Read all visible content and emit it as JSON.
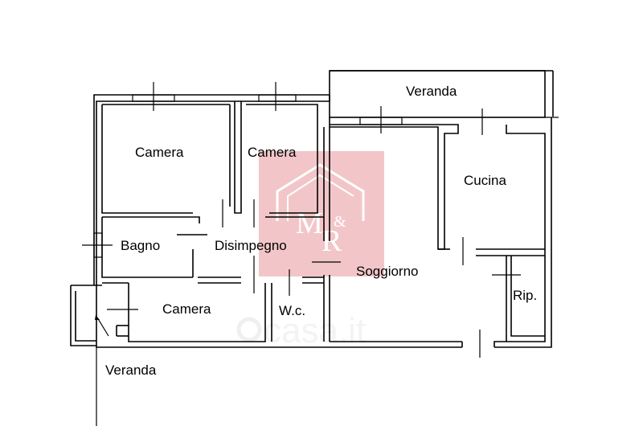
{
  "rooms": {
    "veranda_top": "Veranda",
    "camera_1": "Camera",
    "camera_2": "Camera",
    "cucina": "Cucina",
    "bagno": "Bagno",
    "disimpegno": "Disimpegno",
    "soggiorno": "Soggiorno",
    "camera_3": "Camera",
    "wc": "W.c.",
    "rip": "Rip.",
    "veranda_bottom": "Veranda"
  },
  "watermark": {
    "brand_text": "casa.it",
    "logo_color": "#f2c6c8"
  }
}
